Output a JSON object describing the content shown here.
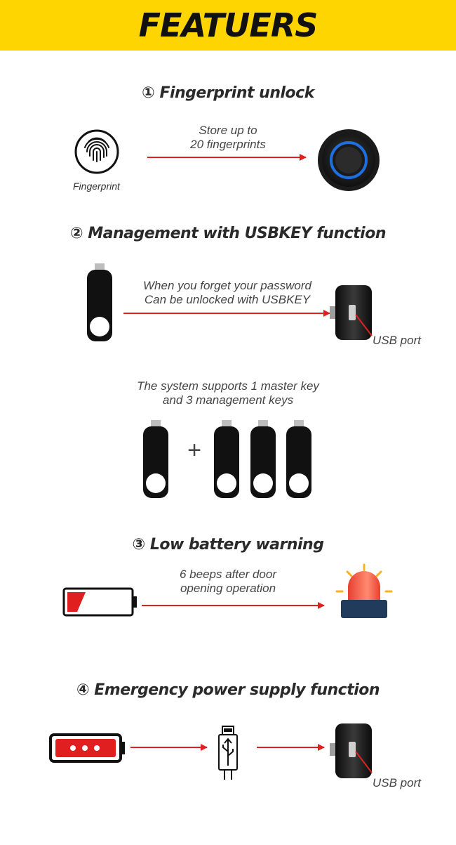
{
  "header": {
    "title": "FEATUERS"
  },
  "sections": [
    {
      "title": "① Fingerprint unlock",
      "note_line1": "Store up to",
      "note_line2": "20 fingerprints",
      "icon_label": "Fingerprint"
    },
    {
      "title": "② Management with USBKEY function",
      "note_line1": "When you forget your password",
      "note_line2": "Can be unlocked with USBKEY",
      "port_label": "USB port",
      "keys_line1": "The system supports 1 master key",
      "keys_line2": "and 3 management keys",
      "plus": "+"
    },
    {
      "title": "③ Low battery warning",
      "note_line1": "6 beeps after door",
      "note_line2": "opening operation"
    },
    {
      "title": "④ Emergency power supply function",
      "port_label": "USB port"
    }
  ],
  "colors": {
    "accent": "#ffd500",
    "arrow": "#e02020",
    "ring": "#1e6fe0"
  },
  "icons": [
    "fingerprint-icon",
    "fingerprint-reader-icon",
    "usb-key-icon",
    "lock-cylinder-icon",
    "low-battery-icon",
    "alarm-light-icon",
    "power-bank-icon",
    "usb-plug-icon"
  ]
}
